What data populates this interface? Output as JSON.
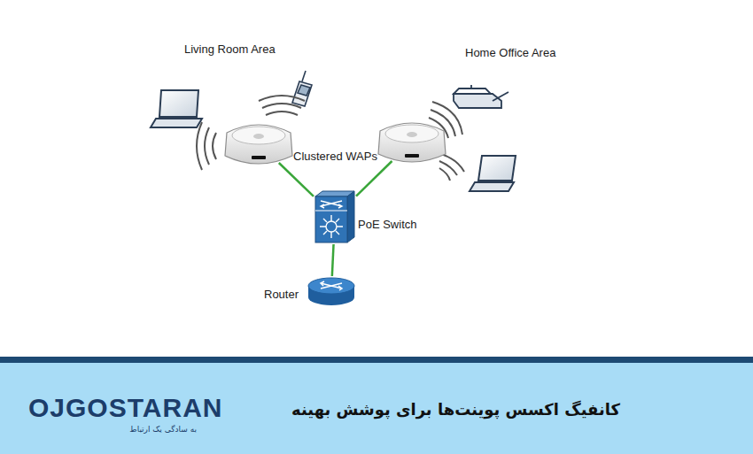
{
  "diagram": {
    "title": "کانفیگ اکسس پوینت‌ها برای پوشش بهینه",
    "nodes": [
      {
        "text": [
          "Living Room Area"
        ]
      },
      {
        "text": [
          "Home Office Area"
        ]
      },
      {
        "text": [
          "PoE Switch"
        ]
      },
      {
        "text": [
          "Router"
        ]
      }
    ],
    "edges": [
      {
        "from": 0,
        "to": 2,
        "arrow": "none"
      },
      {
        "from": 1,
        "to": 2,
        "arrow": "none"
      },
      {
        "from": 2,
        "to": 3,
        "arrow": "none"
      }
    ],
    "labels": [
      "Clustered WAPs",
      "OJGOSTARAN",
      "به سادگی یک ارتباط"
    ]
  }
}
